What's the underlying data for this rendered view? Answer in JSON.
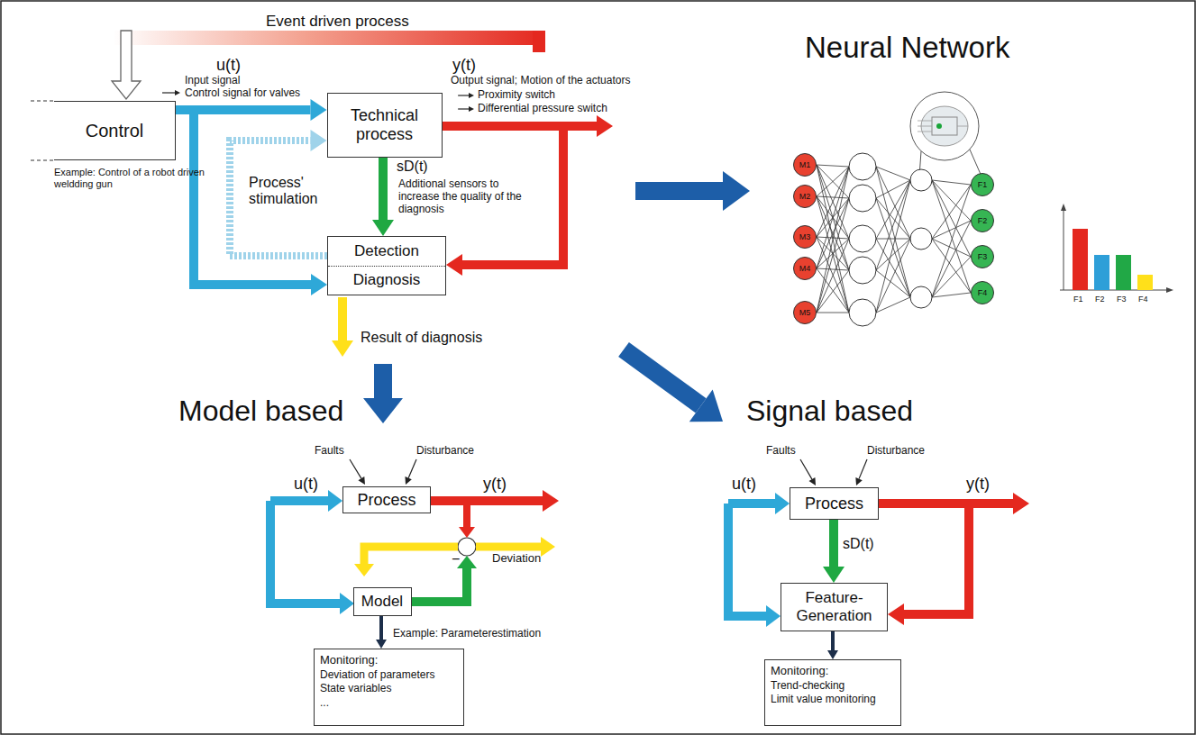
{
  "diagram": {
    "nodes": [
      {
        "text": [
          "Control"
        ]
      },
      {
        "text": [
          "Technical process"
        ]
      },
      {
        "text": [
          "Detection",
          "Diagnosis"
        ]
      },
      {
        "text": [
          "M1"
        ]
      },
      {
        "text": [
          "M2"
        ]
      },
      {
        "text": [
          "M3"
        ]
      },
      {
        "text": [
          "M4"
        ]
      },
      {
        "text": [
          "M5"
        ]
      },
      {
        "text": [
          "F1"
        ]
      },
      {
        "text": [
          "F2"
        ]
      },
      {
        "text": [
          "F3"
        ]
      },
      {
        "text": [
          "F4"
        ]
      },
      {
        "text": [
          "Process"
        ]
      },
      {
        "text": [
          "Model"
        ]
      },
      {
        "text": [
          "Monitoring:",
          "Deviation of parameters",
          "State variables",
          "..."
        ]
      },
      {
        "text": [
          "Process"
        ]
      },
      {
        "text": [
          "Feature- Generation"
        ]
      },
      {
        "text": [
          "Monitoring:",
          "Trend-checking",
          "Limit value monitoring"
        ]
      }
    ],
    "edges": [
      {
        "from": 0,
        "to": 1,
        "arrow": "to"
      },
      {
        "from": 0,
        "to": 2,
        "arrow": "to"
      },
      {
        "from": 1,
        "to": 2,
        "arrow": "to"
      },
      {
        "from": 1,
        "to": 2,
        "arrow": "to"
      },
      {
        "from": 2,
        "to": 1,
        "arrow": "to"
      },
      {
        "from": 13,
        "to": 14,
        "arrow": "to"
      },
      {
        "from": 15,
        "to": 16,
        "arrow": "to"
      },
      {
        "from": 15,
        "to": 16,
        "arrow": "to"
      },
      {
        "from": 16,
        "to": 17,
        "arrow": "to"
      }
    ],
    "labels": [
      "Event driven process",
      "u(t)",
      "Input signal",
      "Control signal for valves",
      "y(t)",
      "Output signal; Motion of the actuators",
      "Proximity switch",
      "Differential pressure switch",
      "sD(t)",
      "Additional sensors to increase the quality of the diagnosis",
      "Process' stimulation",
      "Example: Control of a robot driven weldding gun",
      "Result of diagnosis",
      "Neural Network",
      "F1",
      "F2",
      "F3",
      "F4",
      "Model based",
      "Faults",
      "Disturbance",
      "u(t)",
      "y(t)",
      "−",
      "Deviation",
      "Example: Parameterestimation",
      "Signal based",
      "Faults",
      "Disturbance",
      "u(t)",
      "y(t)",
      "sD(t)"
    ]
  }
}
